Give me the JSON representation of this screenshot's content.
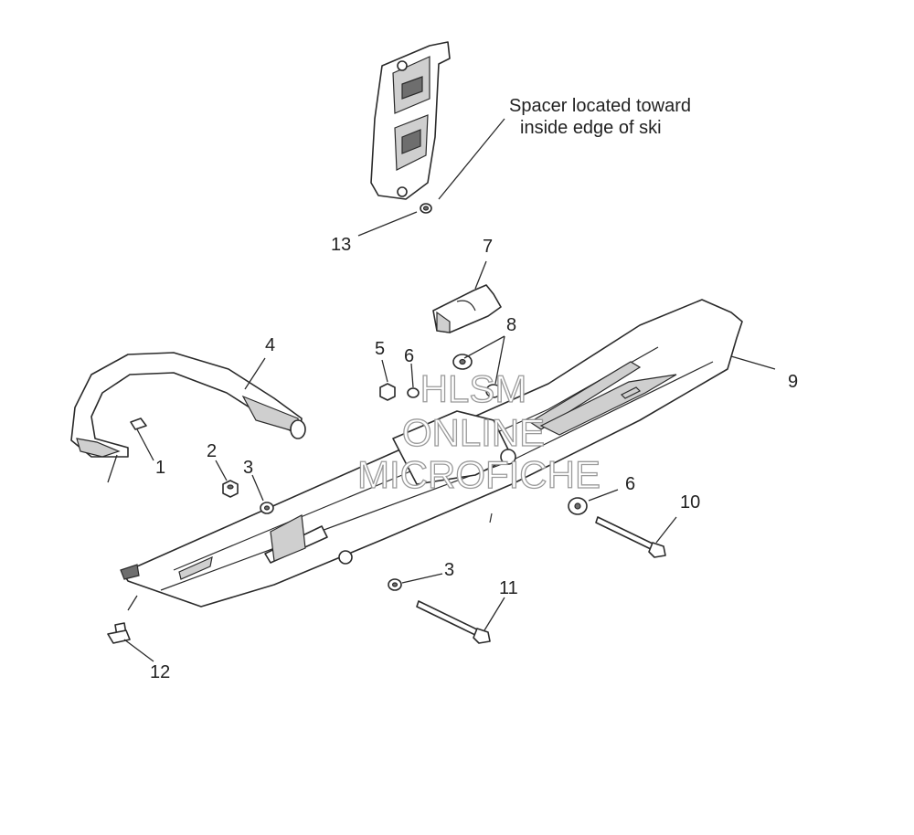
{
  "note": {
    "line1": "Spacer   located toward",
    "line2": "inside edge of ski"
  },
  "callouts": {
    "c1": "1",
    "c2": "2",
    "c3a": "3",
    "c3b": "3",
    "c4": "4",
    "c5": "5",
    "c6a": "6",
    "c6b": "6",
    "c7": "7",
    "c8": "8",
    "c9": "9",
    "c10": "10",
    "c11": "11",
    "c12": "12",
    "c13": "13"
  },
  "watermark": {
    "line1": "HLSM",
    "line2": "ONLINE",
    "line3": "MICROFICHE"
  }
}
